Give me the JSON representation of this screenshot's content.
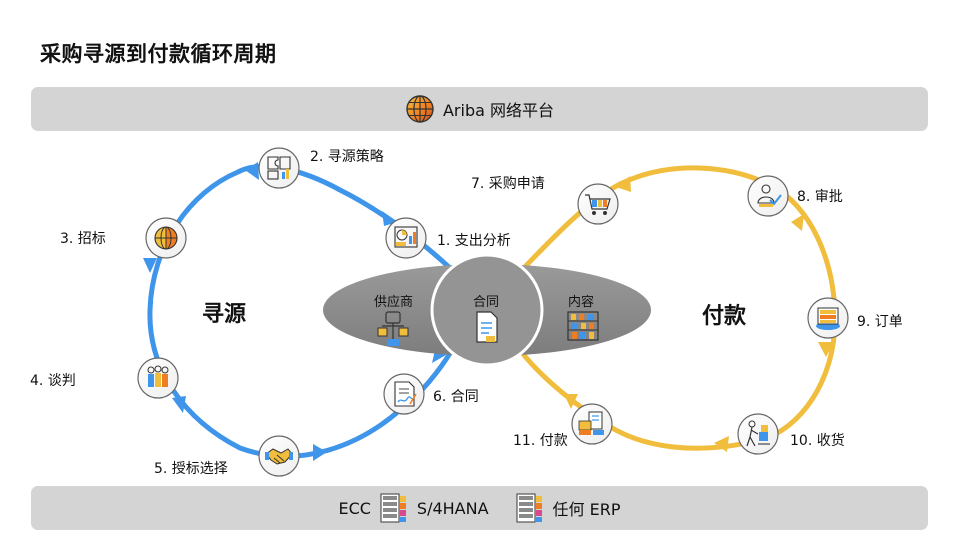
{
  "title": "采购寻源到付款循环周期",
  "platform": {
    "icon": "globe-icon",
    "label": "Ariba 网络平台"
  },
  "erp": {
    "ecc": "ECC",
    "s4": "S/4HANA",
    "any": "任何 ERP",
    "icon": "server-stack-icon"
  },
  "sourcing": {
    "title": "寻源",
    "color": "#3f95ea",
    "steps": [
      {
        "label": "1. 支出分析",
        "icon": "analytics-chart-icon"
      },
      {
        "label": "2. 寻源策略",
        "icon": "puzzle-strategy-icon"
      },
      {
        "label": "3. 招标",
        "icon": "globe-icon"
      },
      {
        "label": "4. 谈判",
        "icon": "people-negotiation-icon"
      },
      {
        "label": "5. 授标选择",
        "icon": "handshake-icon"
      },
      {
        "label": "6. 合同",
        "icon": "contract-sign-icon"
      }
    ]
  },
  "payment": {
    "title": "付款",
    "color": "#f0bd3c",
    "steps": [
      {
        "label": "7. 采购申请",
        "icon": "shopping-cart-icon"
      },
      {
        "label": "8. 审批",
        "icon": "approval-person-icon"
      },
      {
        "label": "9. 订单",
        "icon": "order-stack-icon"
      },
      {
        "label": "10. 收货",
        "icon": "delivery-person-icon"
      },
      {
        "label": "11. 付款",
        "icon": "invoice-payment-icon"
      }
    ]
  },
  "hub": {
    "supplier": "供应商",
    "contract": "合同",
    "content": "内容",
    "icons": [
      "supplier-network-icon",
      "contract-document-icon",
      "catalog-shelf-icon"
    ]
  }
}
